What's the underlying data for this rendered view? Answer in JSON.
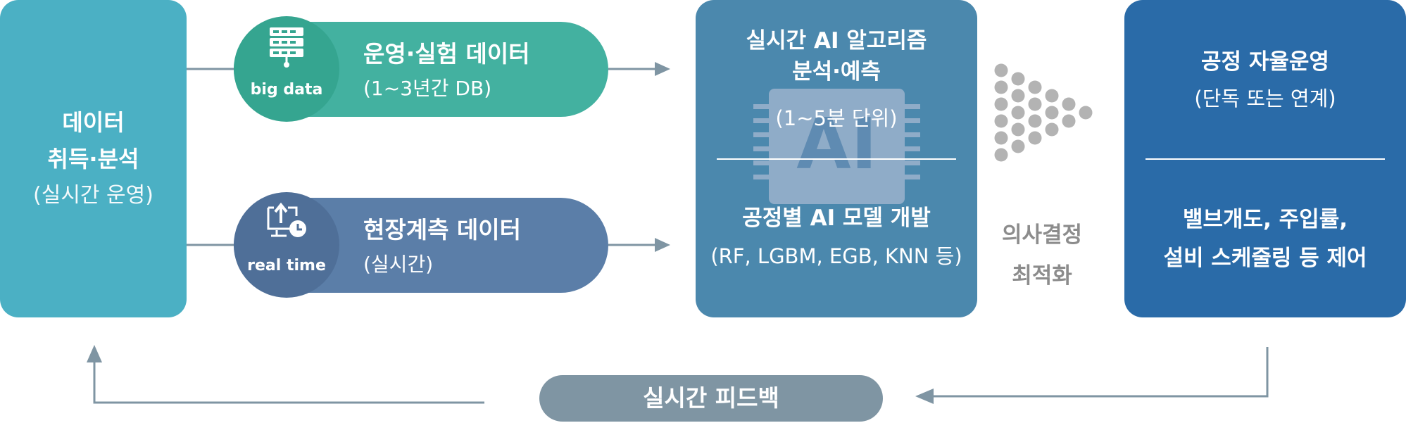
{
  "acquisition": {
    "title_line1": "데이터",
    "title_line2": "취득·분석",
    "subtitle": "(실시간 운영)"
  },
  "bigdata": {
    "icon_caption": "big data",
    "title": "운영·실험 데이터",
    "subtitle": "(1~3년간 DB)"
  },
  "realtime": {
    "icon_caption": "real time",
    "title": "현장계측 데이터",
    "subtitle": "(실시간)"
  },
  "ai": {
    "chip_label": "AI",
    "line1": "실시간 AI 알고리즘",
    "line2": "분석·예측",
    "line3": "(1~5분 단위)",
    "line4": "공정별 AI 모델 개발",
    "line5": "(RF, LGBM, EGB, KNN 등)"
  },
  "decision": {
    "line1": "의사결정",
    "line2": "최적화"
  },
  "autonomous": {
    "line1": "공정 자율운영",
    "line2": "(단독 또는 연계)",
    "line3": "밸브개도, 주입률,",
    "line4": "설비 스케줄링 등 제어"
  },
  "feedback": {
    "label": "실시간 피드백"
  },
  "colors": {
    "acquisition": "#4bb0c4",
    "bigdata": "#43b1a0",
    "realtime": "#5b7ea8",
    "ai": "#4b88ad",
    "autonomous": "#2a6ba8",
    "feedback": "#7f95a3",
    "arrow": "#7f95a3",
    "dots": "#b3b3b3"
  }
}
